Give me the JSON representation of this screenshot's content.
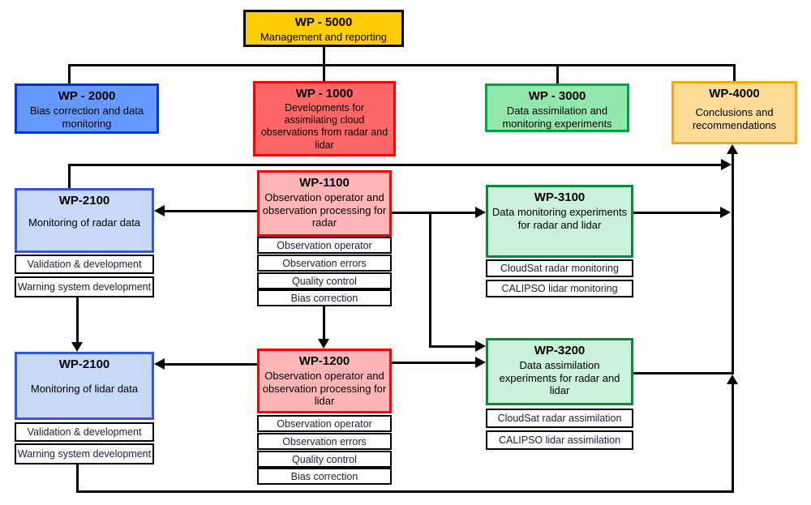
{
  "colors": {
    "line": "#000000",
    "wp5000_fill": "#FFCC00",
    "wp2000_fill": "#6699FF",
    "wp2000_border": "#0033E0",
    "wp1000_fill": "#FF6666",
    "wp1000_border": "#FF0000",
    "wp3000_fill": "#92E8AC",
    "wp3000_border": "#00A346",
    "wp4000_fill": "#FFDC96",
    "wp4000_border": "#F9A51A",
    "level2_blue_fill": "#C7D9F6",
    "level2_blue_border": "#3355D9",
    "level2_pink_fill": "#FFB5B5",
    "level2_pink_border": "#FF0000",
    "level2_green_fill": "#C9F2D9",
    "level2_green_border": "#078B39",
    "subitem_fill": "#FFFFFF",
    "subitem_border": "#000000"
  },
  "nodes": {
    "wp5000": {
      "code": "WP - 5000",
      "label": "Management and reporting"
    },
    "wp2000": {
      "code": "WP - 2000",
      "label": "Bias correction and data monitoring"
    },
    "wp1000": {
      "code": "WP - 1000",
      "label": "Developments for assimilating cloud observations from radar and lidar"
    },
    "wp3000": {
      "code": "WP - 3000",
      "label": "Data assimilation and monitoring experiments"
    },
    "wp4000": {
      "code": "WP-4000",
      "label": "Conclusions and recommendations"
    },
    "wp2100_radar": {
      "code": "WP-2100",
      "label": "Monitoring of radar data",
      "items": [
        "Validation & development",
        "Warning system development"
      ]
    },
    "wp1100": {
      "code": "WP-1100",
      "label": "Observation operator and observation processing for radar",
      "items": [
        "Observation operator",
        "Observation errors",
        "Quality control",
        "Bias correction"
      ]
    },
    "wp3100": {
      "code": "WP-3100",
      "label": "Data  monitoring experiments for radar and lidar",
      "items": [
        "CloudSat radar monitoring",
        "CALIPSO lidar monitoring"
      ]
    },
    "wp2100_lidar": {
      "code": "WP-2100",
      "label": "Monitoring of lidar data",
      "items": [
        "Validation & development",
        "Warning system development"
      ]
    },
    "wp1200": {
      "code": "WP-1200",
      "label": "Observation operator and observation processing for lidar",
      "items": [
        "Observation operator",
        "Observation errors",
        "Quality control",
        "Bias correction"
      ]
    },
    "wp3200": {
      "code": "WP-3200",
      "label": "Data  assimilation experiments for radar and lidar",
      "items": [
        "CloudSat radar assimilation",
        "CALIPSO lidar assimilation"
      ]
    }
  }
}
